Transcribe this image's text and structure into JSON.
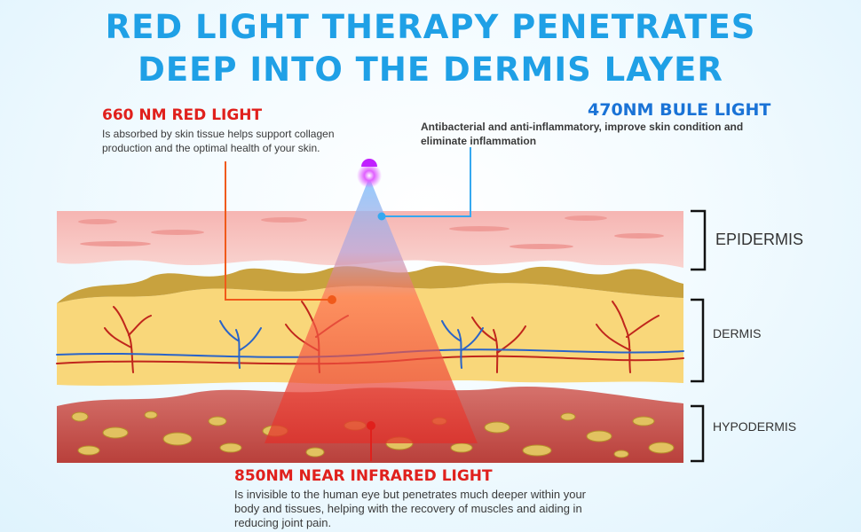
{
  "title": {
    "line1": "RED LIGHT THERAPY PENETRATES",
    "line2": "DEEP INTO THE DERMIS LAYER"
  },
  "callouts": {
    "red": {
      "title": "660 NM RED LIGHT",
      "text": "Is absorbed by skin tissue helps support collagen production and the optimal health of your skin.",
      "color": "#e0201c"
    },
    "blue": {
      "title": "470NM BULE LIGHT",
      "text": "Antibacterial and anti-inflammatory, improve skin condition and eliminate inflammation",
      "color": "#1a73d6"
    },
    "nir": {
      "title": "850NM NEAR INFRARED LIGHT",
      "text": "Is invisible to the human eye but penetrates much deeper within your body and tissues, helping with the recovery of muscles and aiding in reducing joint pain.",
      "color": "#e0201c"
    }
  },
  "layers": {
    "epidermis": "EPIDERMIS",
    "dermis": "DERMIS",
    "hypodermis": "HYPODERMIS"
  },
  "colors": {
    "title": "#1fa0e6",
    "epidermis": "#f7c3c0",
    "dermis": "#f9d77a",
    "hypodermis": "#c44a45",
    "light_source": "#d633ff"
  }
}
